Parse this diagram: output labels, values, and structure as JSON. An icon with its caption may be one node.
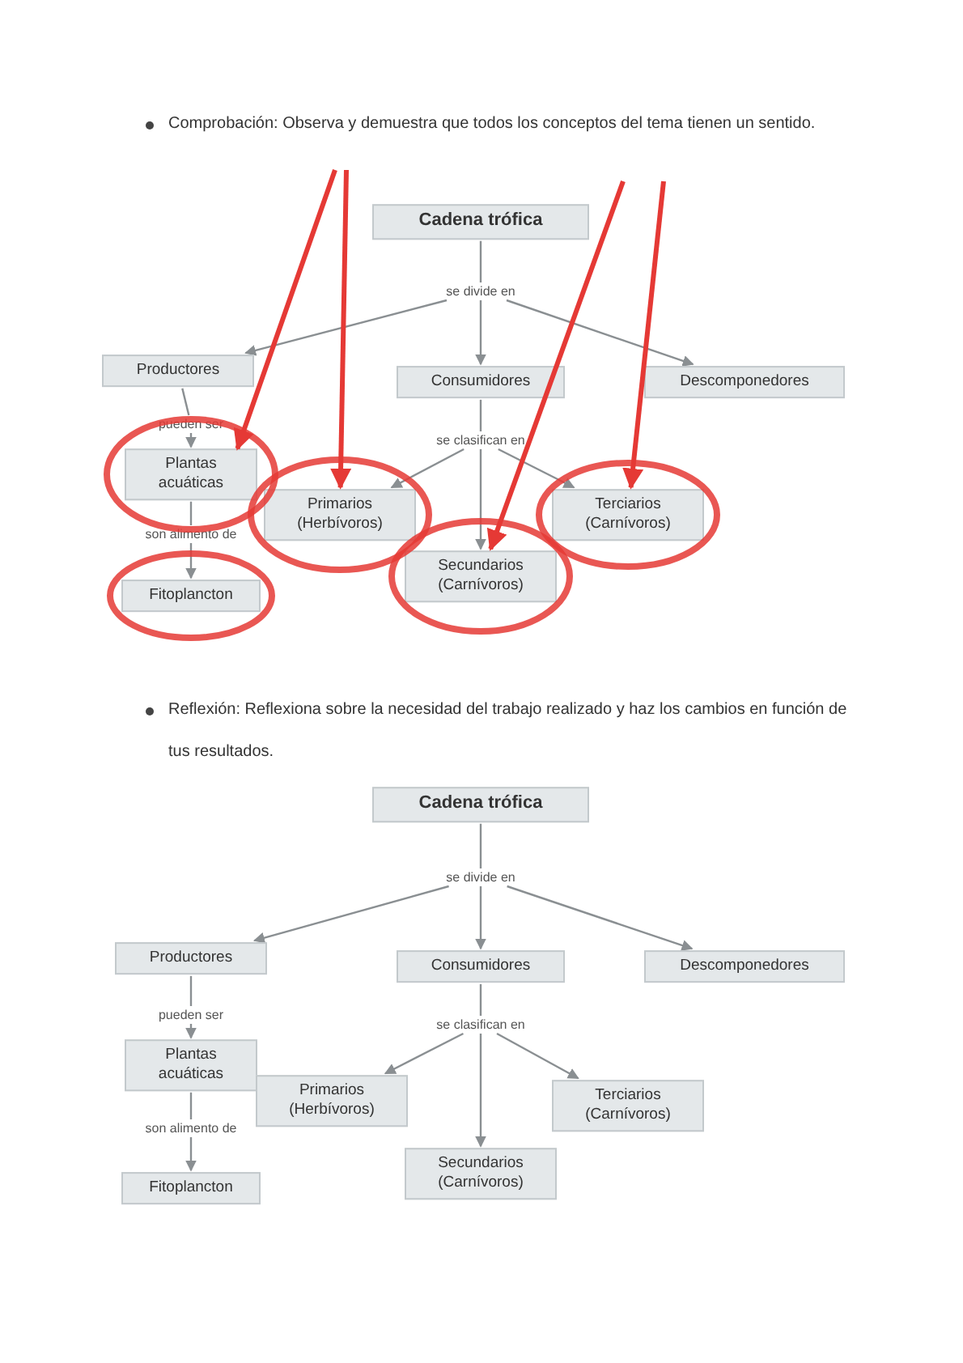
{
  "diagram": {
    "nodes": [
      {
        "text": [
          "Cadena trófica"
        ]
      },
      {
        "text": [
          "se divide en"
        ]
      },
      {
        "text": [
          "Productores"
        ]
      },
      {
        "text": [
          "Consumidores"
        ]
      },
      {
        "text": [
          "Descomponedores"
        ]
      },
      {
        "text": [
          "pueden ser"
        ]
      },
      {
        "text": [
          "Plantas acuáticas"
        ]
      },
      {
        "text": [
          "son alimento de"
        ]
      },
      {
        "text": [
          "Fitoplancton"
        ]
      },
      {
        "text": [
          "se clasifican en"
        ]
      },
      {
        "text": [
          "Primarios (Herbívoros)"
        ]
      },
      {
        "text": [
          "Secundarios (Carnívoros)"
        ]
      },
      {
        "text": [
          "Terciarios (Carnívoros)"
        ]
      },
      {
        "text": [
          "Cadena trófica"
        ]
      },
      {
        "text": [
          "se divide en"
        ]
      },
      {
        "text": [
          "Productores"
        ]
      },
      {
        "text": [
          "Consumidores"
        ]
      },
      {
        "text": [
          "Descomponedores"
        ]
      },
      {
        "text": [
          "pueden ser"
        ]
      },
      {
        "text": [
          "Plantas acuáticas"
        ]
      },
      {
        "text": [
          "son alimento de"
        ]
      },
      {
        "text": [
          "Fitoplancton"
        ]
      },
      {
        "text": [
          "se clasifican en"
        ]
      },
      {
        "text": [
          "Primarios (Herbívoros)"
        ]
      },
      {
        "text": [
          "Secundarios (Carnívoros)"
        ]
      },
      {
        "text": [
          "Terciarios (Carnívoros)"
        ]
      }
    ],
    "edges": [
      {
        "from": 0,
        "to": 1,
        "arrow": "none"
      },
      {
        "from": 1,
        "to": 2,
        "arrow": "to"
      },
      {
        "from": 1,
        "to": 3,
        "arrow": "to"
      },
      {
        "from": 1,
        "to": 4,
        "arrow": "to"
      },
      {
        "from": 2,
        "to": 5,
        "arrow": "none"
      },
      {
        "from": 5,
        "to": 6,
        "arrow": "to"
      },
      {
        "from": 6,
        "to": 7,
        "arrow": "none"
      },
      {
        "from": 7,
        "to": 8,
        "arrow": "to"
      },
      {
        "from": 3,
        "to": 9,
        "arrow": "none"
      },
      {
        "from": 9,
        "to": 10,
        "arrow": "to"
      },
      {
        "from": 9,
        "to": 11,
        "arrow": "to"
      },
      {
        "from": 9,
        "to": 12,
        "arrow": "to"
      },
      {
        "from": null,
        "to": 6,
        "arrow": "to",
        "style": "thick",
        "color": "#e53935"
      },
      {
        "from": null,
        "to": 10,
        "arrow": "to",
        "style": "thick",
        "color": "#e53935"
      },
      {
        "from": null,
        "to": 11,
        "arrow": "to",
        "style": "thick",
        "color": "#e53935"
      },
      {
        "from": null,
        "to": 12,
        "arrow": "to",
        "style": "thick",
        "color": "#e53935"
      },
      {
        "from": 13,
        "to": 14,
        "arrow": "none"
      },
      {
        "from": 14,
        "to": 15,
        "arrow": "to"
      },
      {
        "from": 14,
        "to": 16,
        "arrow": "to"
      },
      {
        "from": 14,
        "to": 17,
        "arrow": "to"
      },
      {
        "from": 15,
        "to": 18,
        "arrow": "none"
      },
      {
        "from": 18,
        "to": 19,
        "arrow": "to"
      },
      {
        "from": 19,
        "to": 20,
        "arrow": "none"
      },
      {
        "from": 20,
        "to": 21,
        "arrow": "to"
      },
      {
        "from": 16,
        "to": 22,
        "arrow": "none"
      },
      {
        "from": 22,
        "to": 23,
        "arrow": "to"
      },
      {
        "from": 22,
        "to": 24,
        "arrow": "to"
      },
      {
        "from": 22,
        "to": 25,
        "arrow": "to"
      }
    ],
    "labels": [
      "Comprobación: Observa y demuestra que todos los conceptos del tema tienen un sentido.",
      "Reflexión: Reflexiona sobre la necesidad del trabajo realizado y haz los cambios en función de tus resultados."
    ]
  }
}
